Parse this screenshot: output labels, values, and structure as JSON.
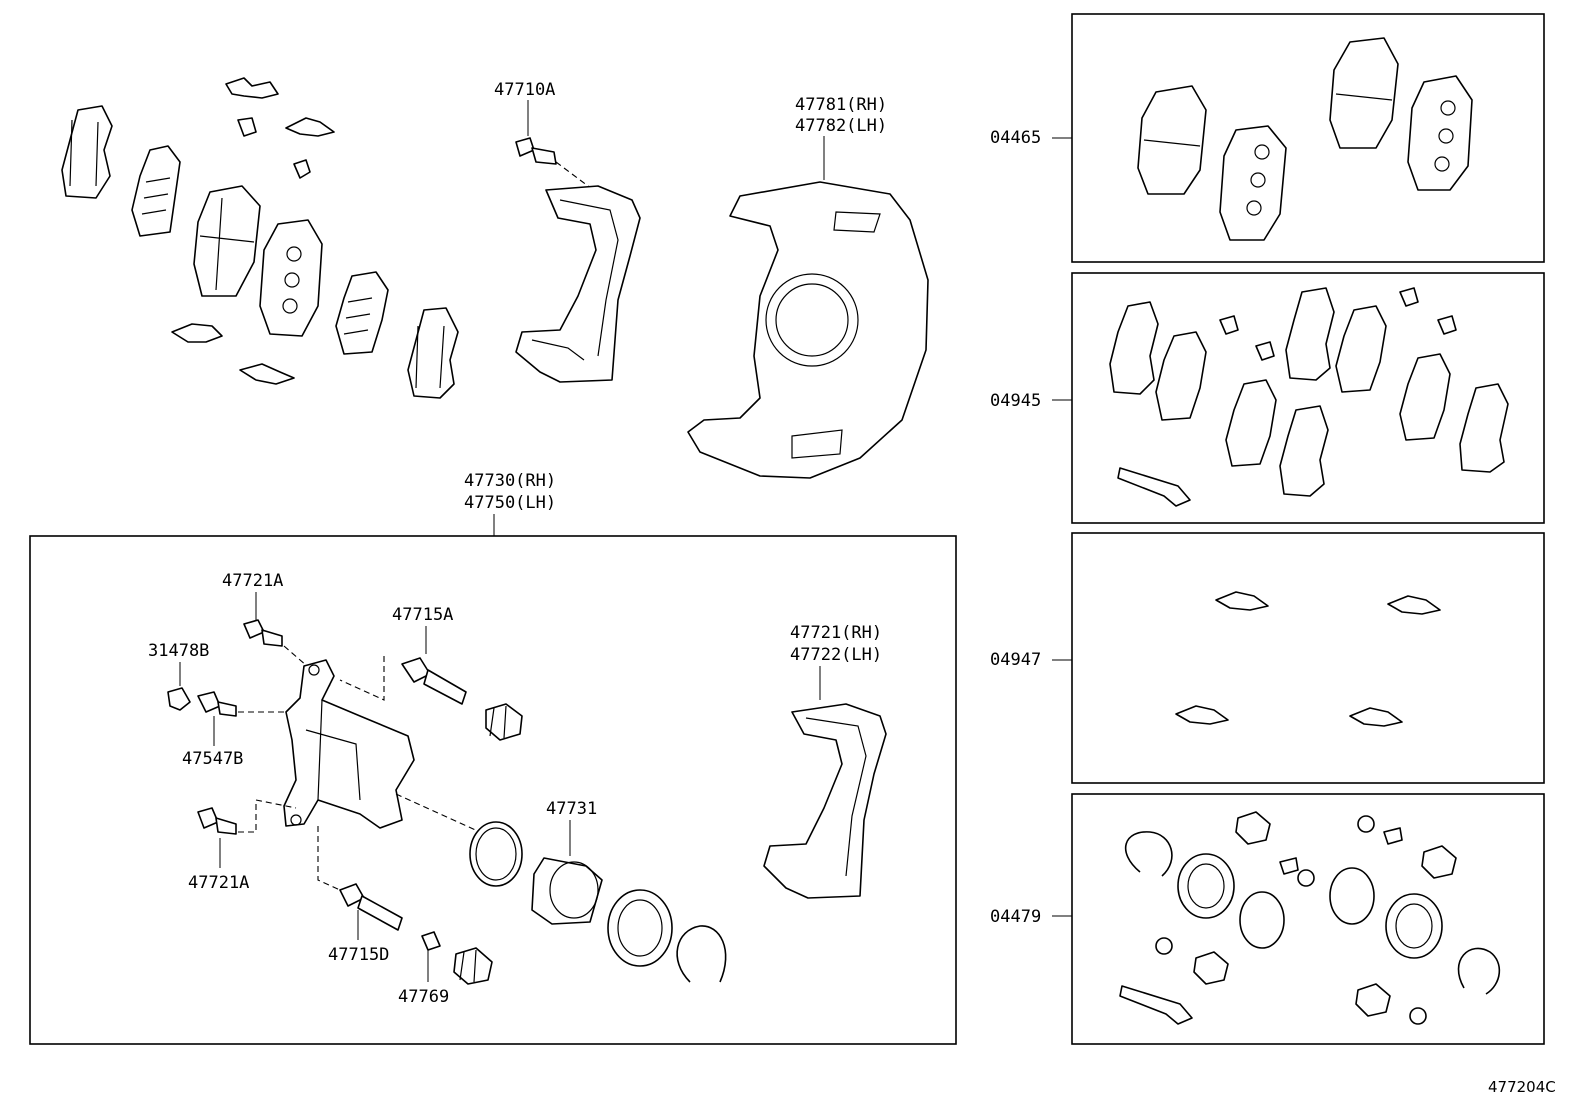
{
  "labels": {
    "bolt_top": "47710A",
    "shield_rh": "47781(RH)",
    "shield_lh": "47782(LH)",
    "caliper_rh": "47730(RH)",
    "caliper_lh": "47750(LH)",
    "bolt_a1": "47721A",
    "pin_a": "47715A",
    "cap": "31478B",
    "bleeder": "47547B",
    "mount_rh": "47721(RH)",
    "mount_lh": "47722(LH)",
    "piston": "47731",
    "bolt_a2": "47721A",
    "pin_d": "47715D",
    "bushing": "47769",
    "kit_pads": "04465",
    "kit_shims": "04945",
    "kit_clips": "04947",
    "kit_seals": "04479",
    "figure_ref": "477204C"
  }
}
